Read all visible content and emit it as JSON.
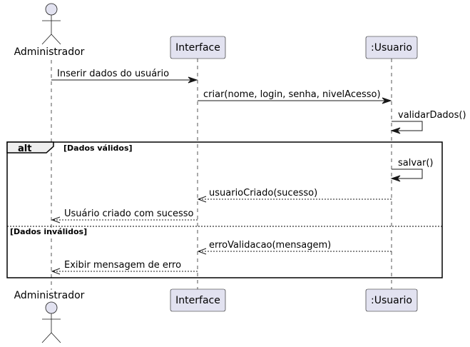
{
  "participants": {
    "administrador": {
      "label": "Administrador",
      "kind": "actor"
    },
    "interface": {
      "label": "Interface",
      "kind": "participant"
    },
    "usuario": {
      "label": ":Usuario",
      "kind": "participant"
    }
  },
  "messages": [
    {
      "from": "administrador",
      "to": "interface",
      "label": "Inserir dados do usuário",
      "style": "sync"
    },
    {
      "from": "interface",
      "to": "usuario",
      "label": "criar(nome, login, senha, nivelAcesso)",
      "style": "sync"
    },
    {
      "from": "usuario",
      "to": "usuario",
      "label": "validarDados()",
      "style": "self"
    },
    {
      "from": "usuario",
      "to": "usuario",
      "label": "salvar()",
      "style": "self"
    },
    {
      "from": "usuario",
      "to": "interface",
      "label": "usuarioCriado(sucesso)",
      "style": "reply"
    },
    {
      "from": "interface",
      "to": "administrador",
      "label": "Usuário criado com sucesso",
      "style": "reply"
    },
    {
      "from": "usuario",
      "to": "interface",
      "label": "erroValidacao(mensagem)",
      "style": "reply"
    },
    {
      "from": "interface",
      "to": "administrador",
      "label": "Exibir mensagem de erro",
      "style": "reply"
    }
  ],
  "alt_frame": {
    "operator": "alt",
    "guard_1": "[Dados válidos]",
    "guard_2": "[Dados inválidos]"
  },
  "colors": {
    "participant_fill": "#e2e2f0",
    "line": "#181818",
    "frame_tab_fill": "#eeeeee"
  }
}
